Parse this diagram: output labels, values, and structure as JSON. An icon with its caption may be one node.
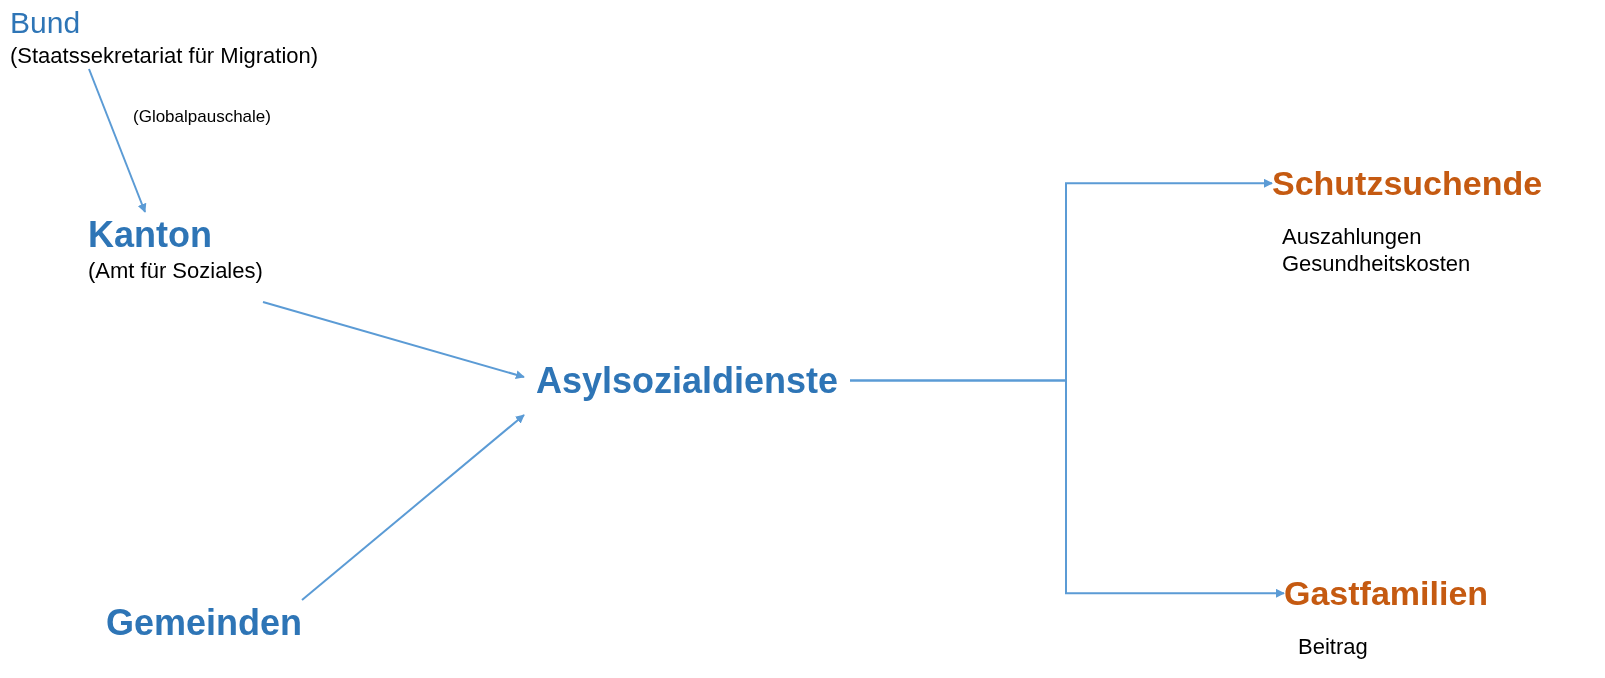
{
  "diagram": {
    "nodes": [
      {
        "text": [
          "Bund",
          "(Staatssekretariat für Migration)"
        ]
      },
      {
        "text": [
          "Kanton",
          "(Amt für Soziales)"
        ]
      },
      {
        "text": [
          "Gemeinden"
        ]
      },
      {
        "text": [
          "Asylsozialdienste"
        ]
      },
      {
        "text": [
          "Schutzsuchende",
          "Auszahlungen",
          "Gesundheitskosten"
        ]
      },
      {
        "text": [
          "Gastfamilien",
          "Beitrag"
        ]
      }
    ],
    "edges": [
      {
        "from": 0,
        "to": 1,
        "arrow": "to",
        "label": "(Globalpauschale)"
      },
      {
        "from": 1,
        "to": 3,
        "arrow": "to"
      },
      {
        "from": 2,
        "to": 3,
        "arrow": "to"
      },
      {
        "from": 3,
        "to": 4,
        "arrow": "to"
      },
      {
        "from": 3,
        "to": 5,
        "arrow": "to"
      }
    ]
  }
}
